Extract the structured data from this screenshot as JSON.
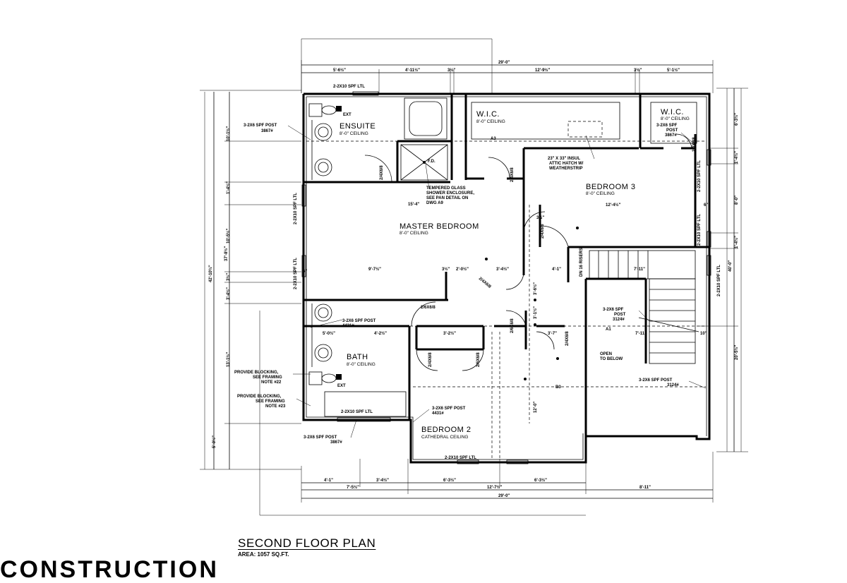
{
  "title_block": {
    "title": "SECOND FLOOR PLAN",
    "area": "AREA: 1057 SQ.FT."
  },
  "cut_off_text": "CONSTRUCTION",
  "rooms": {
    "ensuite": {
      "name": "ENSUITE",
      "ceiling": "8'-0\" CEILING"
    },
    "wic_1": {
      "name": "W.I.C.",
      "ceiling": "8'-0\" CEILING"
    },
    "wic_2": {
      "name": "W.I.C.",
      "ceiling": "8'-0\" CEILING"
    },
    "bedroom_3": {
      "name": "BEDROOM 3",
      "ceiling": "8'-0\" CEILING"
    },
    "master": {
      "name": "MASTER BEDROOM",
      "ceiling": "8'-0\" CEILING"
    },
    "bath": {
      "name": "BATH",
      "ceiling": "8'-0\" CEILING"
    },
    "bedroom_2": {
      "name": "BEDROOM 2",
      "ceiling": "CATHEDRAL CEILING"
    }
  },
  "notes": {
    "ext_1": "EXT",
    "ext_2": "EXT",
    "fd": "F.D.",
    "post_ensuite": [
      "3-2X6 SPF POST",
      "3867#"
    ],
    "post_wic": [
      "3-2X6 SPF",
      "POST",
      "3867#"
    ],
    "post_hall": [
      "3-2X6 SPF POST",
      "4431#"
    ],
    "post_stair": [
      "3-2X6 SPF",
      "POST",
      "3124#"
    ],
    "post_open": [
      "3-2X6 SPF POST",
      "3124#"
    ],
    "post_bed2": [
      "3-2X6 SPF POST",
      "4431#"
    ],
    "post_bottom": [
      "3-2X6 SPF POST",
      "3867#"
    ],
    "ltl_top": "2-2X10 SPF LTL",
    "ltl_bath": "2-2X10 SPF LTL",
    "ltl_bed2": "2-2X10 SPF LTL",
    "ltl_left_1": "2-2X10 SPF LTL",
    "ltl_left_2": "2-2X10 SPF LTL",
    "ltl_right_1": "2-2X10 SPF LTL",
    "ltl_right_2": "2-2X10 SPF LTL",
    "ltl_right_3": "2-2X10 SPF LTL",
    "shower": [
      "TEMPERED GLASS",
      "SHOWER ENCLOSURE,",
      "SEE PAN DETAIL ON",
      "DWG A9"
    ],
    "attic": [
      "23\" X 33\" INSUL",
      "ATTIC HATCH W/",
      "WEATHERSTRIP"
    ],
    "blocking_1": [
      "PROVIDE BLOCKING,",
      "SEE FRAMING",
      "NOTE #22"
    ],
    "blocking_2": [
      "PROVIDE BLOCKING,",
      "SEE FRAMING",
      "NOTE #23"
    ],
    "open_below": [
      "OPEN",
      "TO BELOW"
    ],
    "risers": "DN 16 RISERS",
    "a1": "A1",
    "a3": "A3",
    "b3": "B3",
    "doors": [
      "2/4X6/8",
      "2/4X6/8",
      "2/4X6/8",
      "2/4X6/8",
      "2/4X6/8",
      "2/6X6/8",
      "2/6X6/8",
      "2/4X6/8",
      "2/6X6/8",
      "2/4X6/8"
    ]
  },
  "dimensions": {
    "top_total": "29'-0\"",
    "top": [
      "5'-6½\"",
      "4'-11½\"",
      "3½\"",
      "12'-9½\"",
      "3½\"",
      "5'-1½\""
    ],
    "bottom_row1": [
      "4'-1\"",
      "3'-4½\"",
      "6'-3½\"",
      "6'-3½\""
    ],
    "bottom_row2": [
      "7'-5½\"",
      "12'-7½\"",
      "8'-11\""
    ],
    "bottom_total": "29'-0\"",
    "left_total": "42'-10½\"",
    "left_sub": "37'-8½\"",
    "left": [
      "10'-1½\"",
      "1'-4½\"",
      "10'-5½\"",
      "3½\"",
      "3'-4½\"",
      "13'-1½\"",
      "5'-0½\""
    ],
    "right": [
      "6'-3½\"",
      "1'-4½\"",
      "8'-0\"",
      "1'-4½\"",
      "20'-5½\""
    ],
    "right_total": "40'-0\"",
    "interior": [
      "15'-4\"",
      "9'-7½\"",
      "3½\"",
      "2'-0½\"",
      "3'-4½\"",
      "4'-1\"",
      "7'-11\"",
      "12'-4½\"",
      "5'-0½\"",
      "4'-2½\"",
      "3'-2½\"",
      "3'-7\"",
      "7'-11\"",
      "10\"",
      "12'-0\"",
      "3'-6½\"",
      "3'-1½\"",
      "6\"",
      "3½\"",
      "6\""
    ]
  }
}
